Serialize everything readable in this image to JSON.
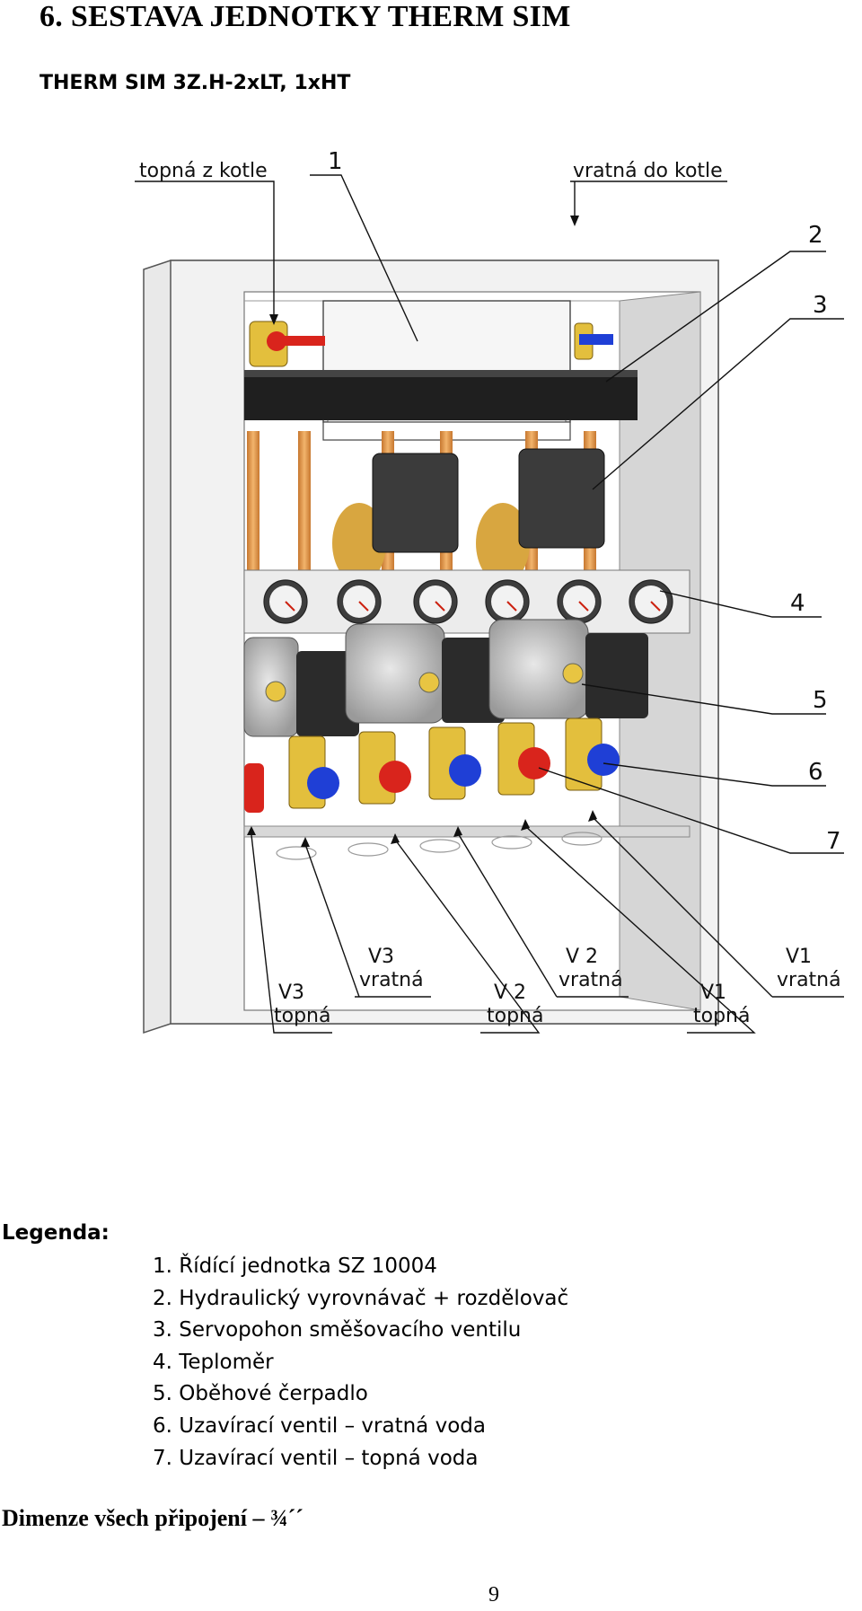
{
  "header": {
    "title": "6. SESTAVA JEDNOTKY THERM SIM",
    "subtitle": "THERM SIM 3Z.H-2xLT, 1xHT"
  },
  "figure": {
    "labels": {
      "supply_from_boiler": "topná z kotle",
      "return_to_boiler": "vratná do kotle",
      "v3_return_a": "V3",
      "v3_return_b": "vratná",
      "v3_supply_a": "V3",
      "v3_supply_b": "topná",
      "v2_return_a": "V 2",
      "v2_return_b": "vratná",
      "v2_supply_a": "V 2",
      "v2_supply_b": "topná",
      "v1_return_a": "V1",
      "v1_return_b": "vratná",
      "v1_supply_a": "V1",
      "v1_supply_b": "topná"
    },
    "callouts": [
      "1",
      "2",
      "3",
      "4",
      "5",
      "6",
      "7"
    ],
    "colors": {
      "housing": "#e6e6e6",
      "manifold": "#1e1e1e",
      "control_box": "#f4f4f4",
      "copper_pipe": "#e8a45a",
      "brass": "#e8c542",
      "red_valve": "#d9241c",
      "blue_valve": "#1f3fd6",
      "pump": "#bdbdbd",
      "thermometer_bar": "#ececec"
    }
  },
  "legend": {
    "heading": "Legenda:",
    "items": [
      "1. Řídící jednotka SZ 10004",
      "2. Hydraulický vyrovnávač + rozdělovač",
      "3. Servopohon směšovacího ventilu",
      "4. Teploměr",
      "5. Oběhové čerpadlo",
      "6. Uzavírací ventil – vratná voda",
      "7. Uzavírací ventil – topná voda"
    ]
  },
  "dimension_note": "Dimenze všech připojení – ¾´´",
  "page_number": "9"
}
